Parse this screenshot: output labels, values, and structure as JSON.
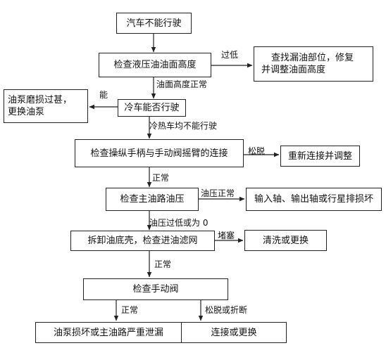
{
  "boxes": {
    "start": "汽车不能行驶",
    "check_level": "检查液压油油面高度",
    "find_leak_line1": "查找漏油部位，修复",
    "find_leak_line2": "并调整油面高度",
    "cold_run": "冷车能否行驶",
    "pump_worn_line1": "油泵磨损过甚，",
    "pump_worn_line2": "更换油泵",
    "check_linkage": "检查操纵手柄与手动阀摇臂的连接",
    "reconnect": "重新连接并调整",
    "check_pressure": "检查主油路油压",
    "shaft_damage": "输入轴、输出轴或行星排损坏",
    "remove_pan": "拆卸油底壳，检查进油滤网",
    "clean_replace": "清洗或更换",
    "check_manual_valve": "检查手动阀",
    "pump_leak": "油泵损坏或主油路严重泄漏",
    "connect_replace": "连接或更换"
  },
  "labels": {
    "too_low": "过低",
    "level_normal": "油面高度正常",
    "can": "能",
    "neither_runs": "冷热车均不能行驶",
    "loose": "松脱",
    "normal1": "正常",
    "pressure_normal": "油压正常",
    "pressure_low": "油压过低或为 0",
    "blocked": "堵塞",
    "normal2": "正常",
    "normal3": "正常",
    "loose_broken": "松脱或折断"
  }
}
